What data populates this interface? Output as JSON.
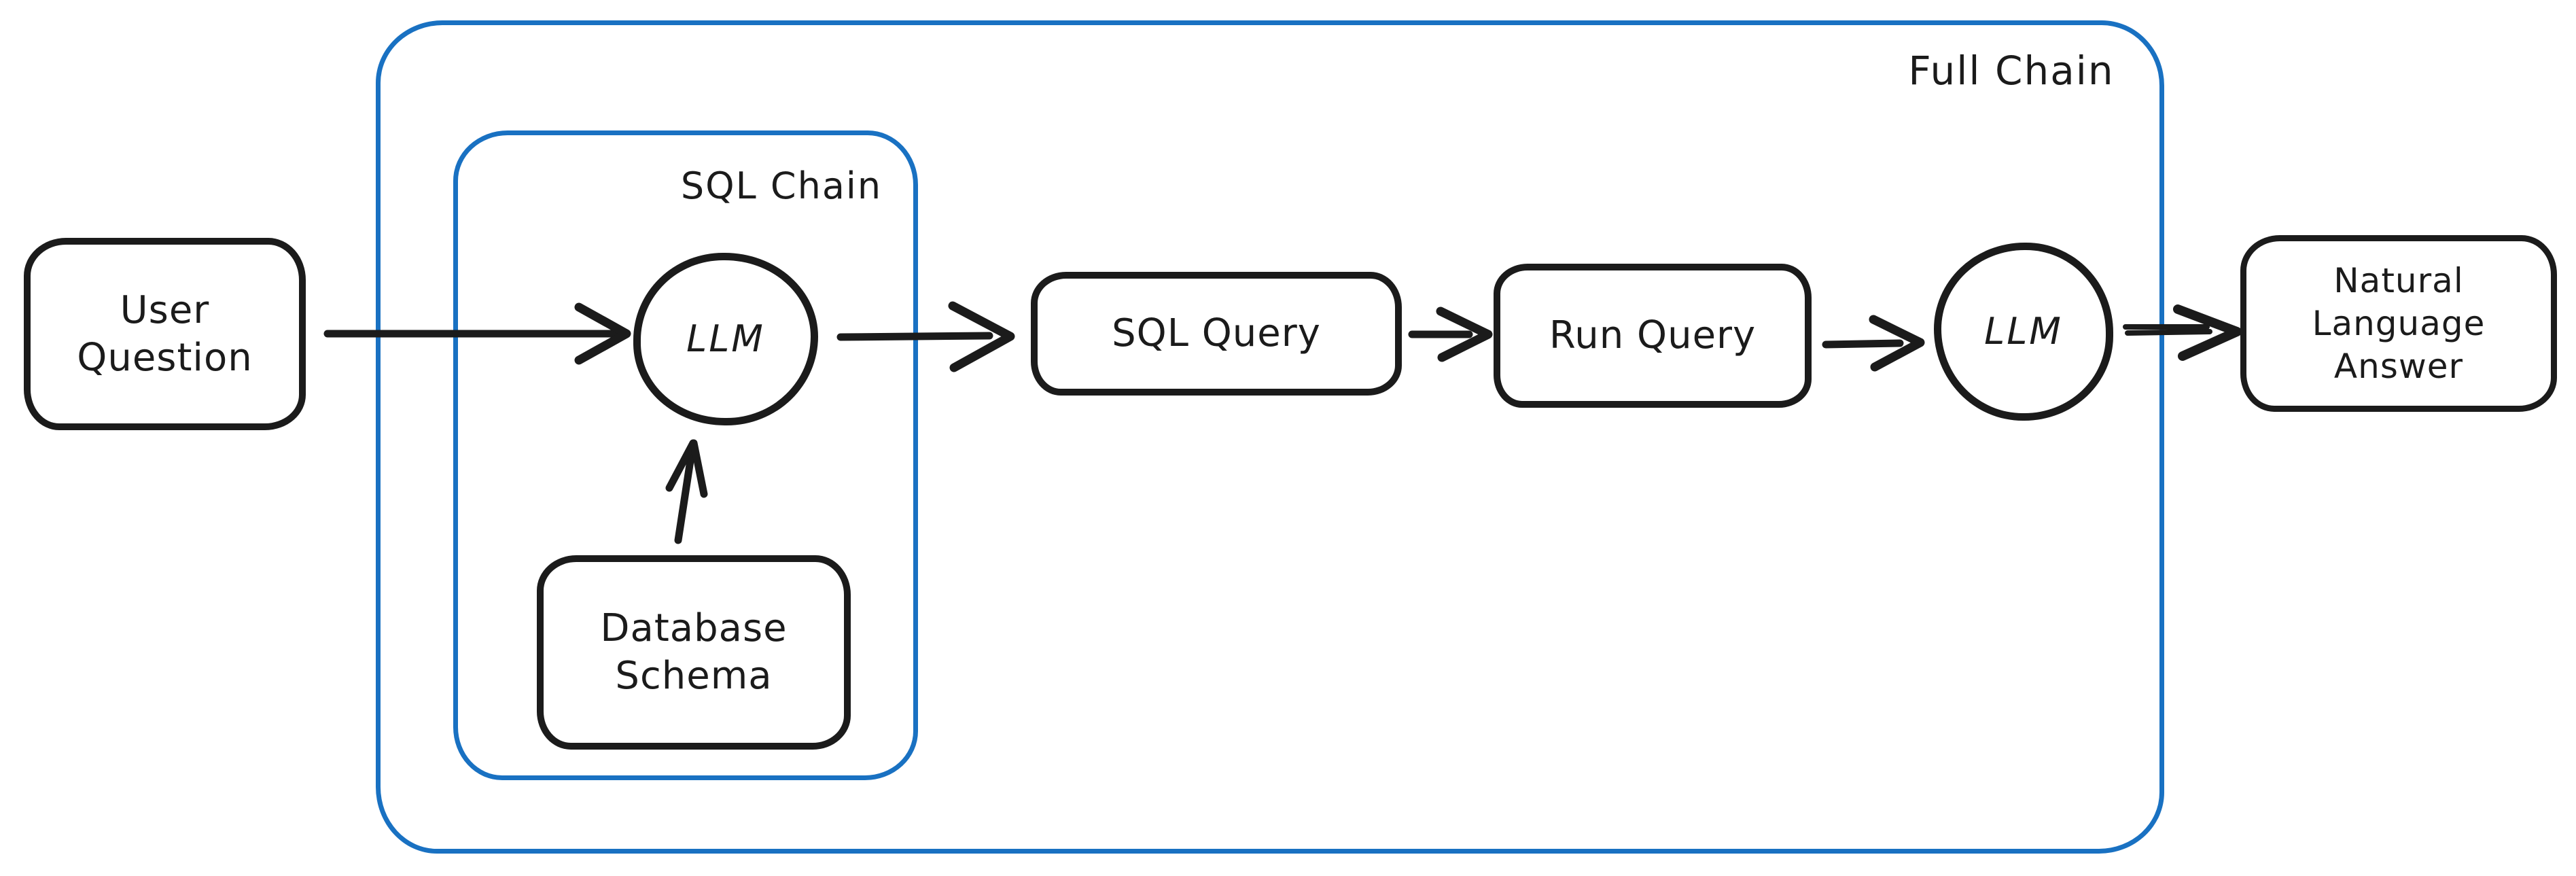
{
  "colors": {
    "background": "#ffffff",
    "ink": "#1b1b1b",
    "accent_blue": "#1971c2"
  },
  "groups": {
    "full_chain": {
      "label": "Full Chain"
    },
    "sql_chain": {
      "label": "SQL Chain"
    }
  },
  "nodes": {
    "user_question": {
      "lines": [
        "User",
        "Question"
      ]
    },
    "llm_sql": {
      "label": "LLM"
    },
    "database_schema": {
      "lines": [
        "Database",
        "Schema"
      ]
    },
    "sql_query": {
      "label": "SQL Query"
    },
    "run_query": {
      "label": "Run Query"
    },
    "llm_answer": {
      "label": "LLM"
    },
    "natural_language_answer": {
      "lines": [
        "Natural",
        "Language",
        "Answer"
      ]
    }
  }
}
